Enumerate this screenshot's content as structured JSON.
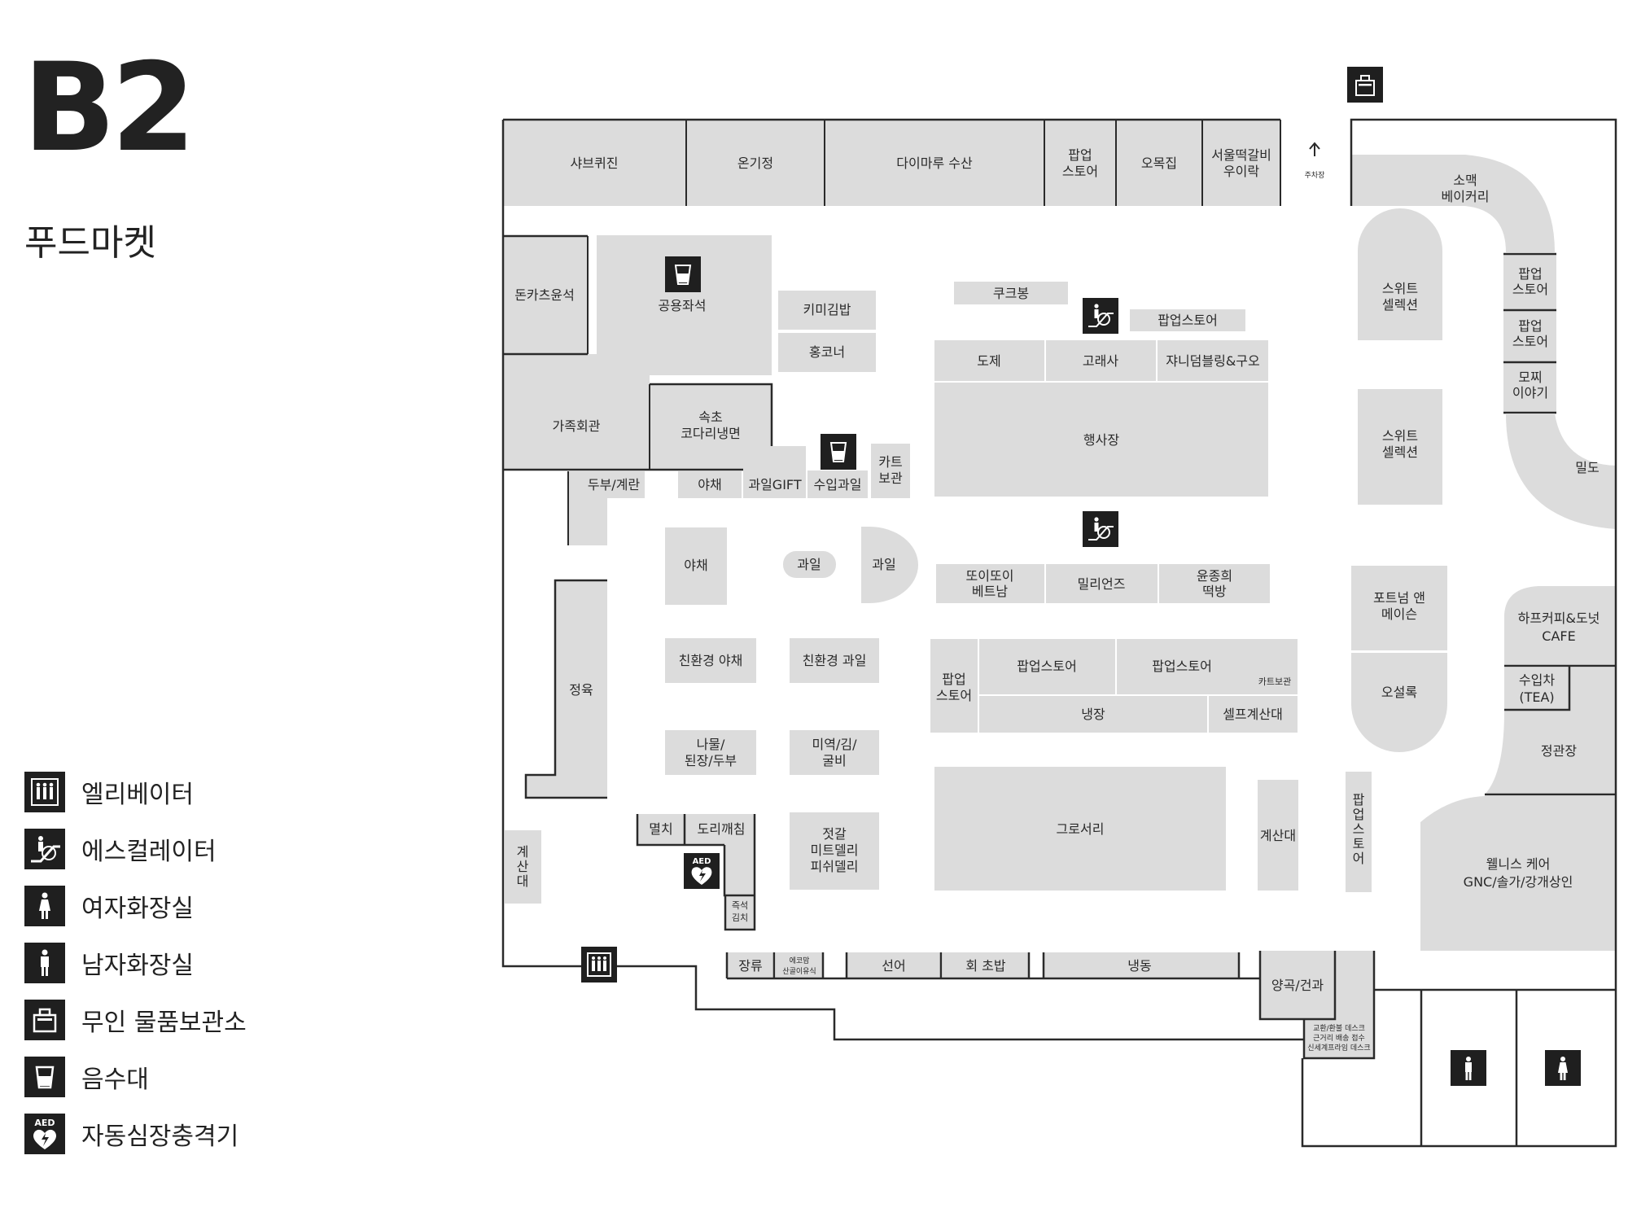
{
  "floor": {
    "level": "B2",
    "name": "푸드마켓"
  },
  "legend": [
    {
      "icon": "elevator-icon",
      "label": "엘리베이터"
    },
    {
      "icon": "escalator-icon",
      "label": "에스컬레이터"
    },
    {
      "icon": "womens-restroom-icon",
      "label": "여자화장실"
    },
    {
      "icon": "mens-restroom-icon",
      "label": "남자화장실"
    },
    {
      "icon": "locker-icon",
      "label": "무인 물품보관소"
    },
    {
      "icon": "water-fountain-icon",
      "label": "음수대"
    },
    {
      "icon": "aed-icon",
      "label": "자동심장충격기"
    }
  ],
  "colors": {
    "room": "#dcdcdc",
    "wall": "#2a2a2a",
    "icon": "#1f1f1f",
    "background": "#ffffff"
  },
  "aed_text": "AED",
  "parking_label": "주차장",
  "stores": {
    "shabu": "샤브퀴진",
    "ongi": "온기정",
    "daimaru": "다이마루 수산",
    "popup_top": [
      "팝업",
      "스토어"
    ],
    "omok": "오목집",
    "seoul": [
      "서울떡갈비",
      "우이락"
    ],
    "donkatsu": "돈카츠윤석",
    "seating": "공용좌석",
    "kimi": "키미김밥",
    "hong": "홍코너",
    "family": "가족회관",
    "sokcho": [
      "속초",
      "코다리냉면"
    ],
    "tofu": "두부/계란",
    "veg1": "야채",
    "fruitgift": "과일GIFT",
    "import_fruit": "수입과일",
    "cart1": [
      "카트",
      "보관"
    ],
    "kkuk": "쿠크봉",
    "popup_esc": "팝업스토어",
    "doje": "도제",
    "goraesa": "고래사",
    "jyani": "쟈니덤블링&구오",
    "event": "행사장",
    "veg2": "야채",
    "fruit_pill": "과일",
    "fruit_round": "과일",
    "ttoi": [
      "또이또이",
      "베트남"
    ],
    "millions": "밀리언즈",
    "yoon": [
      "윤종희",
      "떡방"
    ],
    "eco_veg": "친환경 야채",
    "eco_fruit": "친환경 과일",
    "meat": "정육",
    "popup_l": [
      "팝업",
      "스토어"
    ],
    "popup_m": "팝업스토어",
    "popup_r": "팝업스토어",
    "cart2": "카트보관",
    "cold": "냉장",
    "selfpay": "셀프계산대",
    "namul": [
      "나물/",
      "된장/두부"
    ],
    "seaweed": [
      "미역/김/",
      "굴비"
    ],
    "anchovy": "멸치",
    "dori": "도리깨침",
    "jeotgal": [
      "젓갈",
      "미트델리",
      "피쉬델리"
    ],
    "kimchi": [
      "즉석",
      "김치"
    ],
    "grocery": "그로서리",
    "checkout_r": "계산대",
    "checkout_l": [
      "계",
      "산",
      "대"
    ],
    "jang": "장류",
    "ecomom": [
      "에코맘",
      "산골이유식"
    ],
    "fish": "선어",
    "sushi": "회 초밥",
    "frozen": "냉동",
    "grain": "양곡/건과",
    "desk": [
      "교환/환불 데스크",
      "근거리 배송 접수",
      "신세계프라임 데스크"
    ],
    "popup_v": [
      "팝",
      "업",
      "스",
      "토",
      "어"
    ],
    "somaek": [
      "소맥",
      "베이커리"
    ],
    "sweet1": [
      "스위트",
      "셀렉션"
    ],
    "sweet2": [
      "스위트",
      "셀렉션"
    ],
    "popup_c1": [
      "팝업",
      "스토어"
    ],
    "popup_c2": [
      "팝업",
      "스토어"
    ],
    "momo": [
      "모찌",
      "이야기"
    ],
    "mildo": "밀도",
    "fortnum": [
      "포트넘 앤",
      "메이슨"
    ],
    "osulloc": "오설록",
    "harp": [
      "하프커피&도넛",
      "CAFE"
    ],
    "tea": [
      "수입차",
      "(TEA)"
    ],
    "jeonggwan": "정관장",
    "wellness": [
      "웰니스 케어",
      "GNC/솔가/강개상인"
    ]
  }
}
